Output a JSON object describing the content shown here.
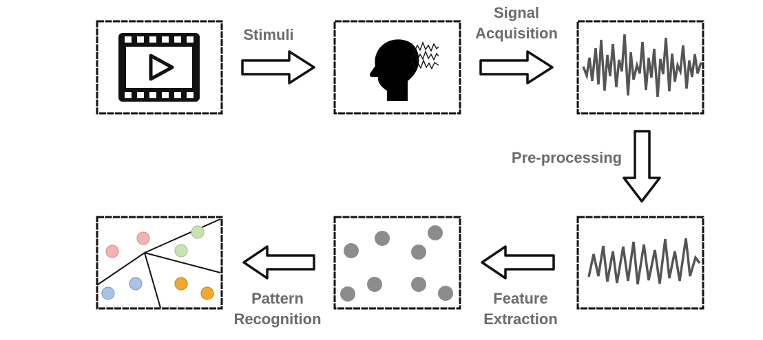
{
  "diagram": {
    "steps": [
      {
        "label": "Stimuli"
      },
      {
        "label_lines": [
          "Signal",
          "Acquisition"
        ]
      },
      {
        "label": "Pre-processing"
      },
      {
        "label_lines": [
          "Feature",
          "Extraction"
        ]
      },
      {
        "label_lines": [
          "Pattern",
          "Recognition"
        ]
      }
    ],
    "colors": {
      "label": "#6b6b6b",
      "border": "#111111",
      "signal": "#555555",
      "feature_point": "#8c8c8c",
      "class_red": "#f2b4ad",
      "class_green": "#c7e3b3",
      "class_blue": "#a9c2e6",
      "class_orange": "#f0a830"
    }
  }
}
